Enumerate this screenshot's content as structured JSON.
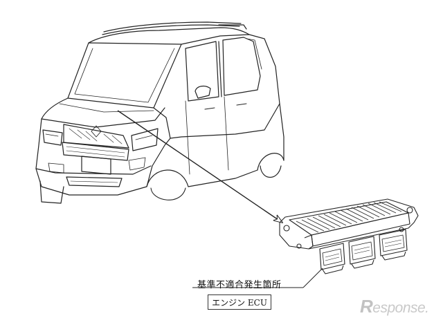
{
  "labels": {
    "defect_location": "基準不適合発生箇所",
    "part_name": "エンジン ECU"
  },
  "watermark": {
    "initial": "R",
    "rest": "esponse."
  },
  "colors": {
    "line": "#222222",
    "watermark": "#c8c8c8"
  }
}
